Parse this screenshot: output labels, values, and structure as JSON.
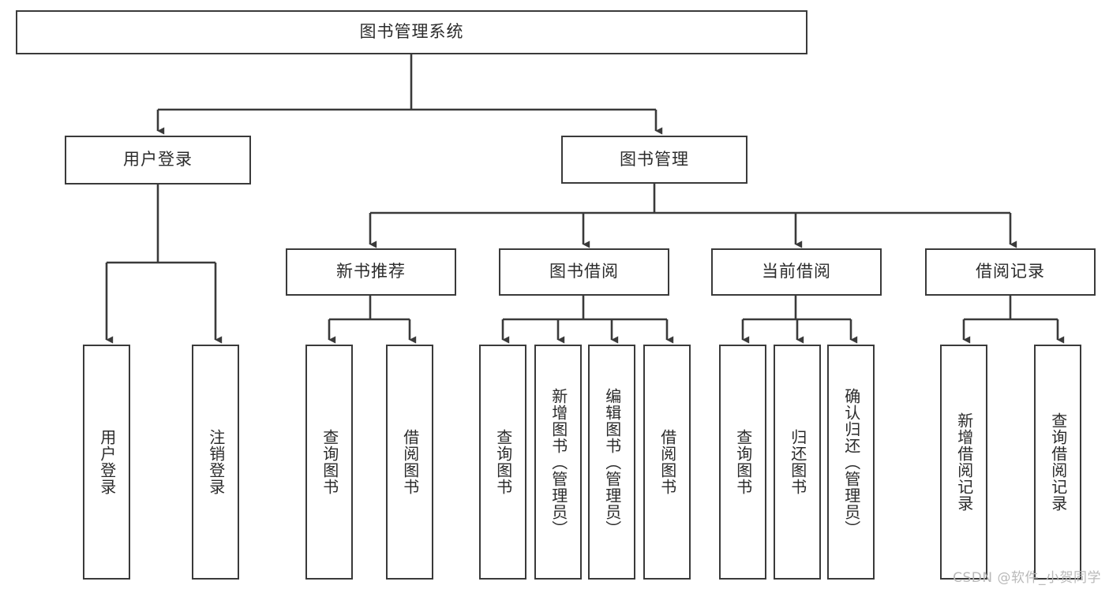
{
  "diagram": {
    "title_node": {
      "label": "图书管理系统"
    },
    "level1": [
      {
        "key": "user_login",
        "label": "用户登录"
      },
      {
        "key": "book_manage",
        "label": "图书管理"
      }
    ],
    "level2": [
      {
        "key": "new_book_rec",
        "label": "新书推荐"
      },
      {
        "key": "book_borrow",
        "label": "图书借阅"
      },
      {
        "key": "current_borrow",
        "label": "当前借阅"
      },
      {
        "key": "borrow_record",
        "label": "借阅记录"
      }
    ],
    "leaves": {
      "user_login": [
        {
          "label": "用户登录"
        },
        {
          "label": "注销登录"
        }
      ],
      "new_book_rec": [
        {
          "label": "查询图书"
        },
        {
          "label": "借阅图书"
        }
      ],
      "book_borrow": [
        {
          "label": "查询图书"
        },
        {
          "label": "新增图书（管理员）"
        },
        {
          "label": "编辑图书（管理员）"
        },
        {
          "label": "借阅图书"
        }
      ],
      "current_borrow": [
        {
          "label": "查询图书"
        },
        {
          "label": "归还图书"
        },
        {
          "label": "确认归还（管理员）"
        }
      ],
      "borrow_record": [
        {
          "label": "新增借阅记录"
        },
        {
          "label": "查询借阅记录"
        }
      ]
    }
  },
  "watermark": {
    "text": "CSDN @软件_小贺同学"
  },
  "colors": {
    "stroke": "#3a3a3a",
    "text": "#2b2b2b",
    "background": "#ffffff",
    "watermark": "#b9b9b9"
  }
}
